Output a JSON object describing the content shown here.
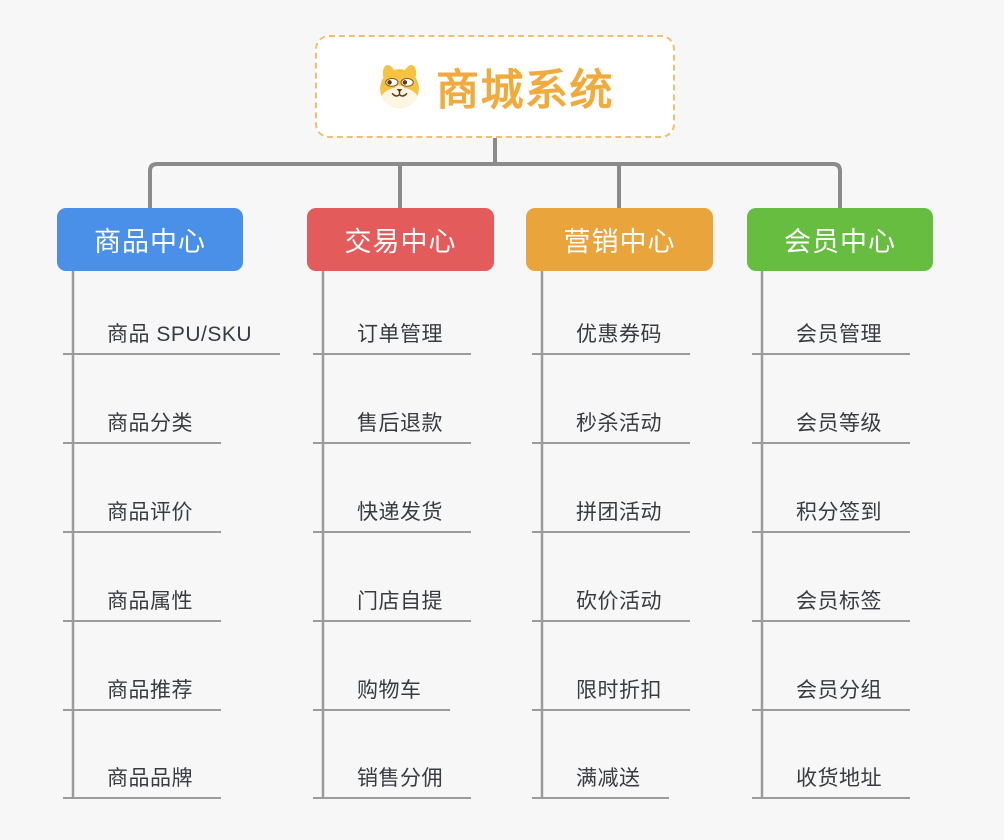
{
  "root": {
    "title": "商城系统",
    "icon": "shiba-dog-icon"
  },
  "branches": [
    {
      "label": "商品中心",
      "color": "#4a8fe8",
      "items": [
        "商品 SPU/SKU",
        "商品分类",
        "商品评价",
        "商品属性",
        "商品推荐",
        "商品品牌"
      ]
    },
    {
      "label": "交易中心",
      "color": "#e45b5b",
      "items": [
        "订单管理",
        "售后退款",
        "快递发货",
        "门店自提",
        "购物车",
        "销售分佣"
      ]
    },
    {
      "label": "营销中心",
      "color": "#eaa43c",
      "items": [
        "优惠券码",
        "秒杀活动",
        "拼团活动",
        "砍价活动",
        "限时折扣",
        "满减送"
      ]
    },
    {
      "label": "会员中心",
      "color": "#67bd3f",
      "items": [
        "会员管理",
        "会员等级",
        "积分签到",
        "会员标签",
        "会员分组",
        "收货地址"
      ]
    }
  ],
  "colors": {
    "background": "#f7f7f7",
    "root_text": "#f0ab3c",
    "root_border": "#f2c06c",
    "connector": "#8b8b8b",
    "underline": "#9b9b9b",
    "item_text": "#383c41"
  }
}
